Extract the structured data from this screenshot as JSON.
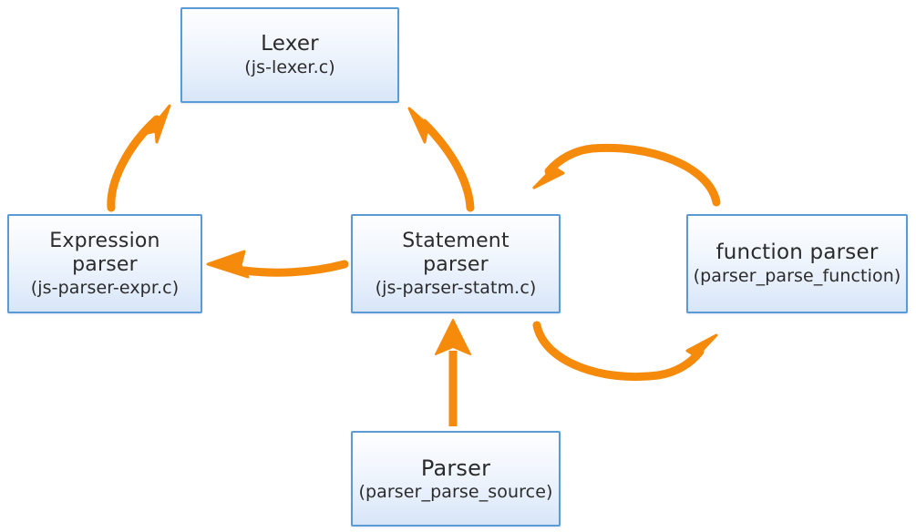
{
  "diagram": {
    "type": "flow-diagram",
    "background_color": "#ffffff",
    "node_border_color": "#5b9bd5",
    "node_fill_color": "#e2ecfa",
    "arrow_color": "#f58a0b",
    "text_color": "#2b2b2b",
    "nodes": [
      {
        "id": "lexer",
        "title": "Lexer",
        "subtitle": "(js-lexer.c)"
      },
      {
        "id": "expression",
        "title": "Expression\nparser",
        "subtitle": "(js-parser-expr.c)"
      },
      {
        "id": "statement",
        "title": "Statement\nparser",
        "subtitle": "(js-parser-statm.c)"
      },
      {
        "id": "function",
        "title": "function parser",
        "subtitle": "(parser_parse_function)"
      },
      {
        "id": "parser",
        "title": "Parser",
        "subtitle": "(parser_parse_source)"
      }
    ],
    "edges": [
      {
        "id": "expression-to-lexer",
        "from": "expression",
        "to": "lexer",
        "shape": "curved",
        "label": ""
      },
      {
        "id": "statement-to-lexer",
        "from": "statement",
        "to": "lexer",
        "shape": "curved",
        "label": ""
      },
      {
        "id": "function-to-statement",
        "from": "function",
        "to": "statement",
        "shape": "arc-over",
        "label": ""
      },
      {
        "id": "statement-to-function",
        "from": "statement",
        "to": "function",
        "shape": "arc-under",
        "label": ""
      },
      {
        "id": "statement-to-expression",
        "from": "statement",
        "to": "expression",
        "shape": "straight",
        "label": ""
      },
      {
        "id": "parser-to-statement",
        "from": "parser",
        "to": "statement",
        "shape": "straight",
        "label": ""
      }
    ]
  }
}
